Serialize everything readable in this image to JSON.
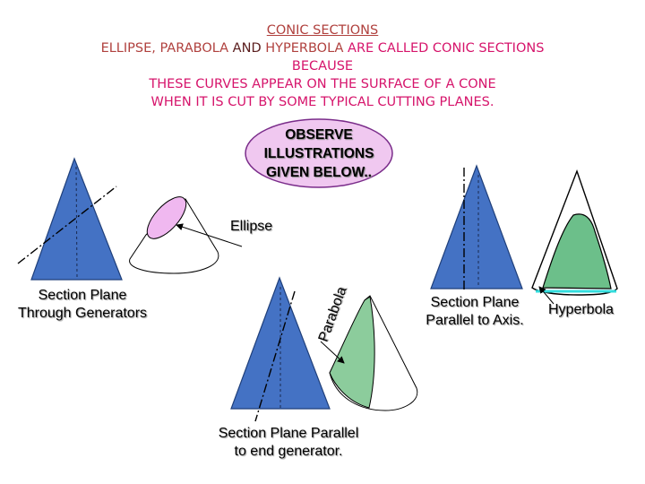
{
  "heading": {
    "title": "CONIC SECTIONS",
    "line2": {
      "ellipse_parabola": "ELLIPSE, PARABOLA",
      "and": " AND ",
      "hyperbola": "HYPERBOLA",
      "rest": " ARE CALLED CONIC SECTIONS"
    },
    "line3": "BECAUSE",
    "line4": "THESE CURVES APPEAR ON THE SURFACE OF A CONE",
    "line5": "WHEN IT IS CUT BY SOME TYPICAL CUTTING PLANES."
  },
  "callout": {
    "line1": "OBSERVE",
    "line2": "ILLUSTRATIONS",
    "line3": "GIVEN BELOW.."
  },
  "ellipse_figure": {
    "curve_label": "Ellipse",
    "caption_line1": "Section Plane",
    "caption_line2": "Through Generators"
  },
  "parabola_figure": {
    "curve_label": "Parabola",
    "caption_line1": "Section Plane Parallel",
    "caption_line2": "to end generator."
  },
  "hyperbola_figure": {
    "curve_label": "Hyperbola",
    "caption_line1": "Section Plane",
    "caption_line2": "Parallel to Axis."
  },
  "colors": {
    "cone_fill": "#4472c4",
    "ellipse_fill": "#f0b8f0",
    "section_fill": "#8ccc9c",
    "callout_fill": "#f0c8f0",
    "cyan_line": "#33dddd"
  }
}
